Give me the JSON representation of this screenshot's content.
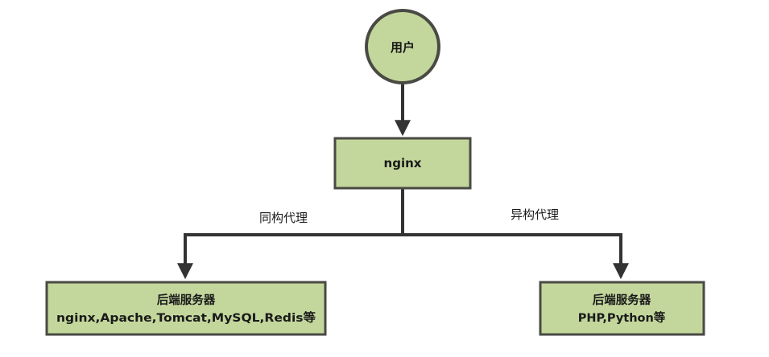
{
  "colors": {
    "node_fill": "#c3d79c",
    "node_stroke": "#4a4a44",
    "edge": "#333333"
  },
  "nodes": {
    "user": {
      "label": "用户"
    },
    "nginx": {
      "label": "nginx"
    },
    "backend_left": {
      "title": "后端服务器",
      "subtitle": "nginx,Apache,Tomcat,MySQL,Redis等"
    },
    "backend_right": {
      "title": "后端服务器",
      "subtitle": "PHP,Python等"
    }
  },
  "edges": {
    "homogeneous_label": "同构代理",
    "heterogeneous_label": "异构代理"
  }
}
